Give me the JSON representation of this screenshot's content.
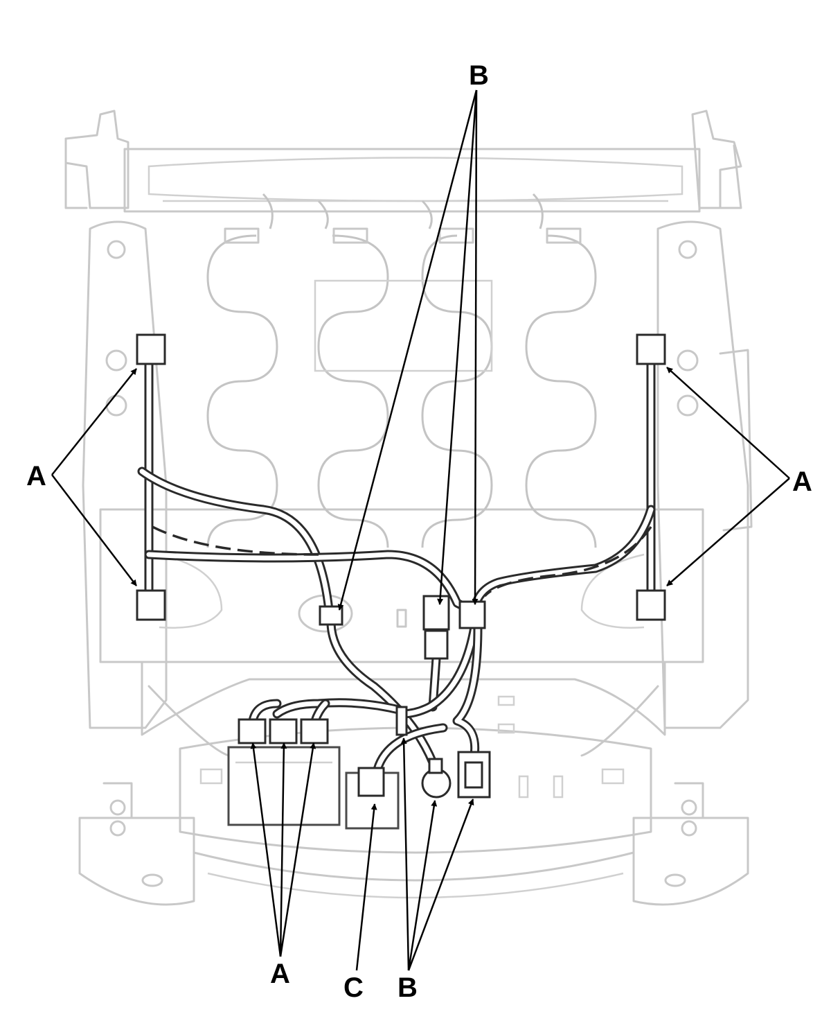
{
  "callouts": {
    "b_top": "B",
    "a_left": "A",
    "a_right": "A",
    "a_bottom": "A",
    "c_bottom": "C",
    "b_bottom": "B"
  },
  "colors": {
    "frame": "#c8c8c8",
    "harness": "#2a2a2a",
    "leader": "#000000"
  }
}
